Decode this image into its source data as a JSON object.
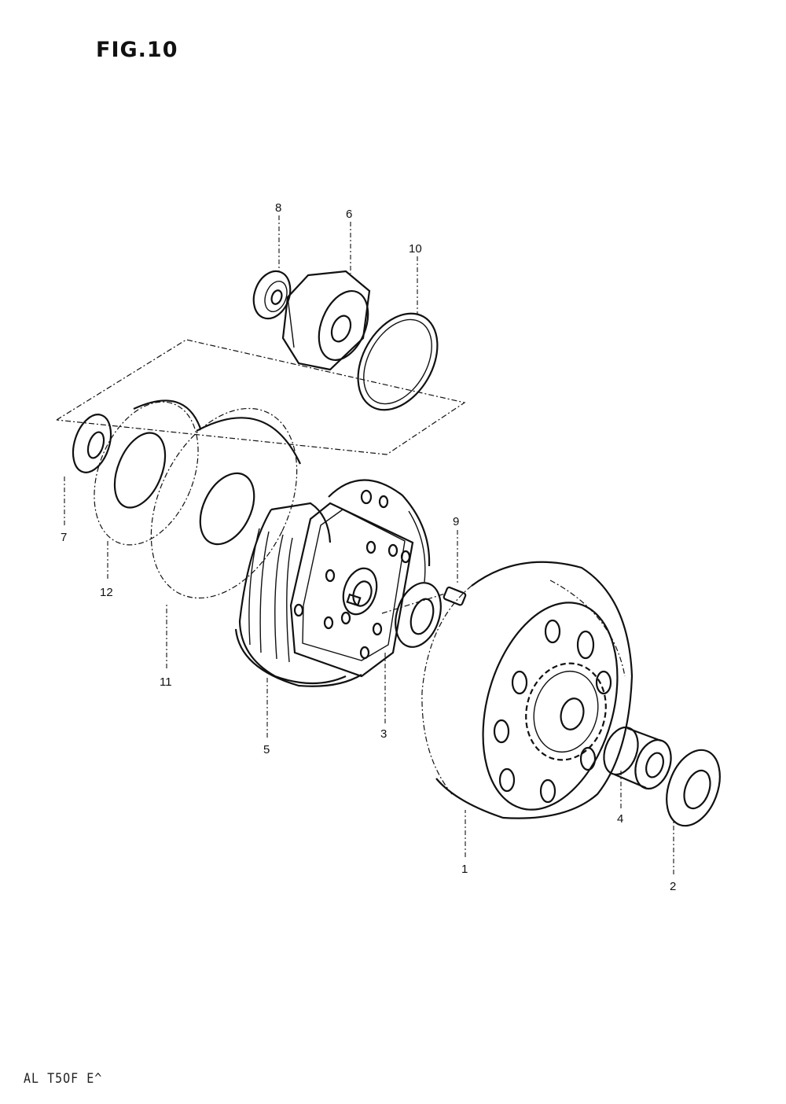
{
  "figure": {
    "title": "FIG.10",
    "footer_code": "AL T5OF  E^"
  },
  "callouts": [
    {
      "id": "c1",
      "label": "1",
      "part": "clutch-housing"
    },
    {
      "id": "c2",
      "label": "2",
      "part": "outer-washer"
    },
    {
      "id": "c3",
      "label": "3",
      "part": "spacer-washer"
    },
    {
      "id": "c4",
      "label": "4",
      "part": "bushing"
    },
    {
      "id": "c5",
      "label": "5",
      "part": "clutch-shoe-assembly"
    },
    {
      "id": "c6",
      "label": "6",
      "part": "hex-nut"
    },
    {
      "id": "c7",
      "label": "7",
      "part": "small-washer"
    },
    {
      "id": "c8",
      "label": "8",
      "part": "bearing"
    },
    {
      "id": "c9",
      "label": "9",
      "part": "key"
    },
    {
      "id": "c10",
      "label": "10",
      "part": "thin-ring-washer"
    },
    {
      "id": "c11",
      "label": "11",
      "part": "large-plate"
    },
    {
      "id": "c12",
      "label": "12",
      "part": "plate-washer"
    }
  ]
}
